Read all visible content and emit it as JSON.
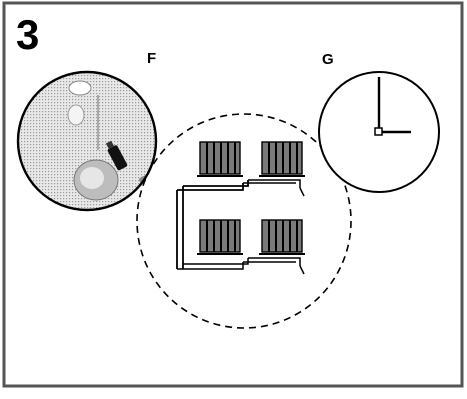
{
  "step": {
    "number": "3"
  },
  "callouts": {
    "f_label": "F",
    "g_label": "G"
  },
  "icons": {
    "boiler": "boiler-detail-icon",
    "radiators": "radiator-system-icon",
    "clock": "clock-icon"
  },
  "colors": {
    "frame": "#555555",
    "ink": "#000000",
    "shade_light": "#d4d4d4",
    "shade_mid": "#9a9a9a",
    "shade_dark": "#5a5a5a"
  }
}
